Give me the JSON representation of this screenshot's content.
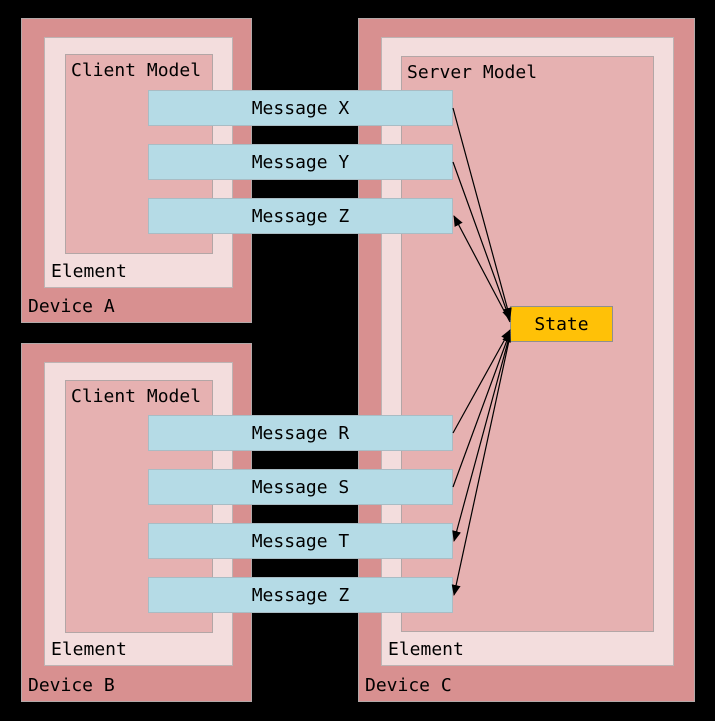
{
  "colors": {
    "background": "#000000",
    "device_fill": "#d89090",
    "element_fill": "#f3dddd",
    "model_fill": "#e6b1b1",
    "message_fill": "#b5dbe6",
    "state_fill": "#ffc107",
    "arrow": "#000000",
    "text": "#000000"
  },
  "devices": [
    {
      "label": "Device A",
      "element_label": "Element",
      "model_label": "Client Model",
      "model_type": "client"
    },
    {
      "label": "Device B",
      "element_label": "Element",
      "model_label": "Client Model",
      "model_type": "client"
    },
    {
      "label": "Device C",
      "element_label": "Element",
      "model_label": "Server Model",
      "model_type": "server"
    }
  ],
  "messages": {
    "top": [
      {
        "label": "Message X",
        "direction": "to-state"
      },
      {
        "label": "Message Y",
        "direction": "to-state"
      },
      {
        "label": "Message Z",
        "direction": "from-state"
      }
    ],
    "bottom": [
      {
        "label": "Message R",
        "direction": "to-state"
      },
      {
        "label": "Message S",
        "direction": "to-state"
      },
      {
        "label": "Message T",
        "direction": "from-state"
      },
      {
        "label": "Message Z",
        "direction": "from-state"
      }
    ]
  },
  "state": {
    "label": "State"
  }
}
